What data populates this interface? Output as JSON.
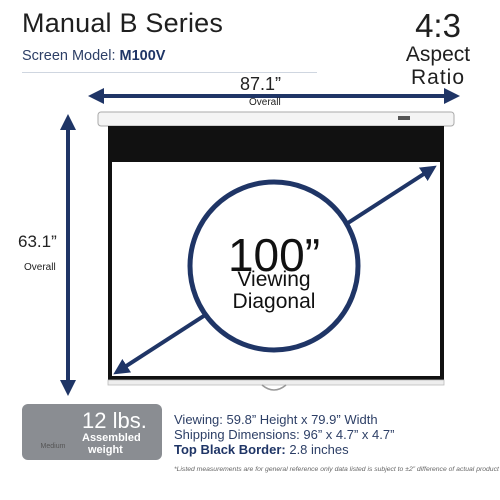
{
  "title": "Manual B Series",
  "model": {
    "label": "Screen Model:",
    "value": "M100V"
  },
  "aspect": {
    "ratio": "4:3",
    "word1": "Aspect",
    "word2": "Ratio"
  },
  "width_dim": {
    "value": "87.1”",
    "sub": "Overall"
  },
  "height_dim": {
    "value": "63.1”",
    "sub": "Overall"
  },
  "diagonal": {
    "size": "100”",
    "line1": "Viewing",
    "line2": "Diagonal"
  },
  "weight": {
    "value": "12 lbs.",
    "line1": "Assembled",
    "line2": "weight",
    "kettle_label": "Medium"
  },
  "specs": {
    "viewing_label": "Viewing:",
    "viewing_value": "59.8” Height x 79.9” Width",
    "shipping_label": "Shipping Dimensions:",
    "shipping_value": "96” x 4.7” x 4.7”",
    "border_label": "Top Black Border:",
    "border_value": "2.8 inches"
  },
  "disclaimer": "*Listed measurements are for general reference only data listed is subject to ±2” difference of actual product",
  "colors": {
    "arrow": "#1f3566",
    "screen_border": "#111111",
    "badge": "#8a8d92"
  }
}
